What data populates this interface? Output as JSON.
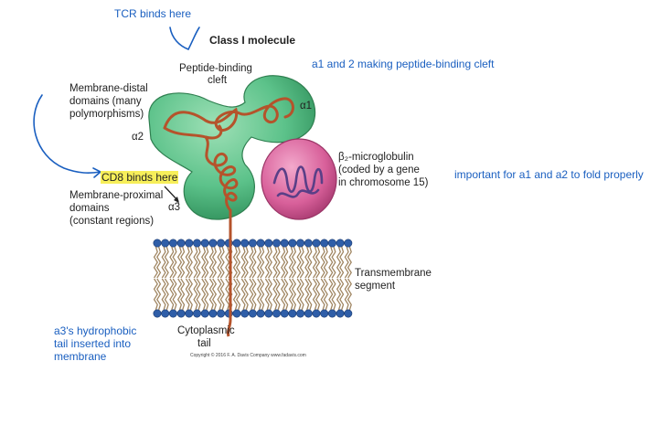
{
  "figure": {
    "title": "Class I molecule",
    "labels": {
      "cleft": [
        "Peptide-binding",
        "cleft"
      ],
      "distal": [
        "Membrane-distal",
        "domains (many",
        "polymorphisms)"
      ],
      "a1": "α1",
      "a2": "α2",
      "a3": "α3",
      "proximal": [
        "Membrane-proximal",
        "domains",
        "(constant regions)"
      ],
      "b2m": [
        "β₂-microglobulin",
        "(coded by a gene",
        "in chromosome 15)"
      ],
      "transmembrane": [
        "Transmembrane",
        "segment"
      ],
      "cytoplasmic": [
        "Cytoplasmic",
        "tail"
      ],
      "copyright": "Copyright © 2016 F. A. Davis Company www.fadavis.com"
    }
  },
  "annotations": {
    "tcr": "TCR binds here",
    "cleft_note": "a1 and 2 making peptide-binding cleft",
    "cd8": "CD8 binds here",
    "b2m_note": "important for a1 and a2 to fold properly",
    "a3_tail": [
      "a3's hydrophobic",
      "tail inserted into",
      "membrane"
    ]
  },
  "colors": {
    "heavy_chain": "#5cc28a",
    "b2m": "#d8609a",
    "chain_line": "#b5532b",
    "lipid_head": "#2f5ea8",
    "lipid_tail": "#a08662",
    "annotation": "#1a5fc0",
    "highlight": "#f7ef5a"
  }
}
